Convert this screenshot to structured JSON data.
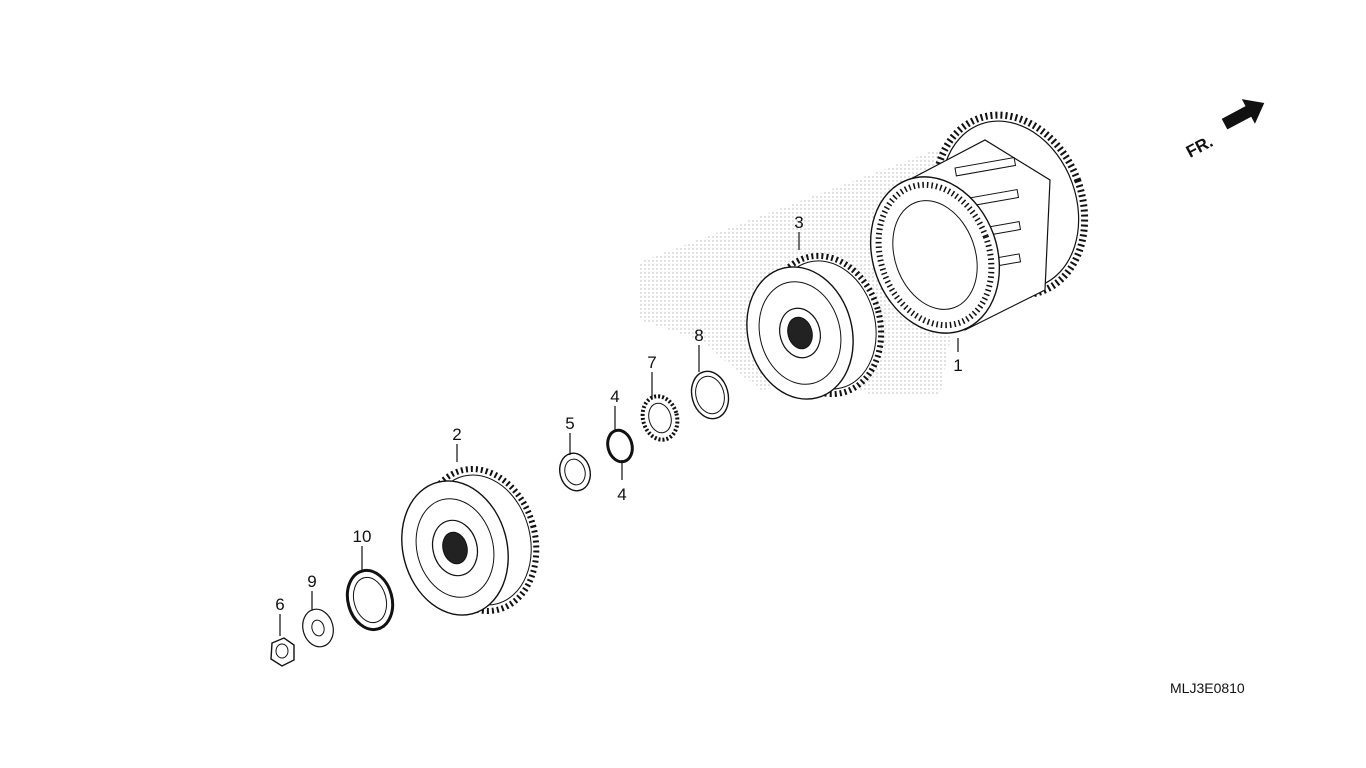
{
  "diagram": {
    "code": "MLJ3E0810",
    "direction_label": "FR.",
    "callouts": [
      "1",
      "2",
      "3",
      "4",
      "4",
      "5",
      "6",
      "7",
      "8",
      "9",
      "10"
    ]
  }
}
